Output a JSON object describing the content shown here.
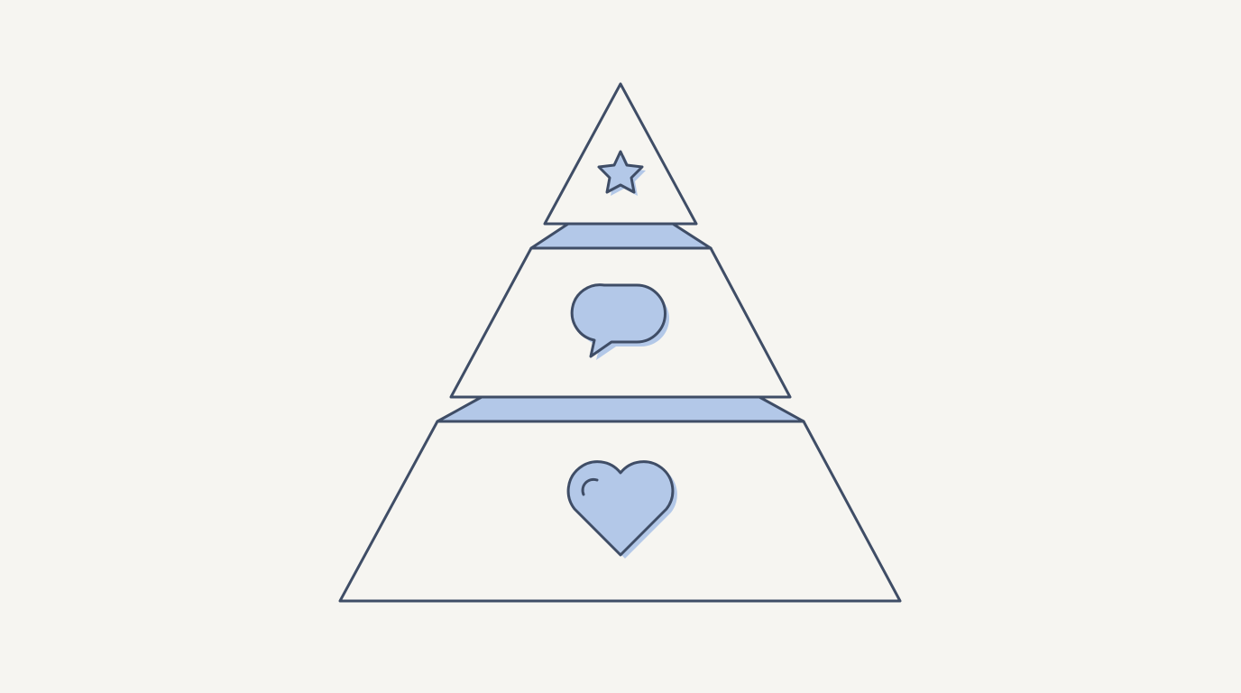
{
  "colors": {
    "background": "#f6f5f1",
    "outline": "#3f4d66",
    "accent": "#b3c8e8",
    "tier_fill": "#f6f5f1"
  },
  "diagram": {
    "kind": "three-tier pyramid",
    "tiers": [
      {
        "position": "top",
        "icon": "star-icon"
      },
      {
        "position": "middle",
        "icon": "speech-bubble-icon"
      },
      {
        "position": "bottom",
        "icon": "heart-icon"
      }
    ],
    "separators": 2
  }
}
